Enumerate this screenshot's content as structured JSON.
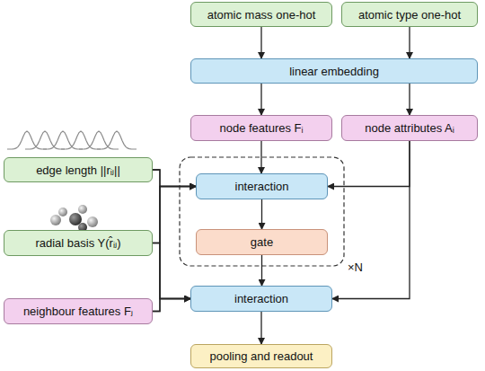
{
  "diagram": {
    "nodes": [
      {
        "text": [
          "atomic mass one-hot"
        ]
      },
      {
        "text": [
          "atomic type one-hot"
        ]
      },
      {
        "text": [
          "linear embedding"
        ]
      },
      {
        "text": [
          "node features Fᵢ"
        ]
      },
      {
        "text": [
          "node attributes Aᵢ"
        ]
      },
      {
        "text": [
          "edge length ||rᵢⱼ||"
        ]
      },
      {
        "text": [
          "interaction"
        ]
      },
      {
        "text": [
          "radial basis Y(r̂ᵢⱼ)"
        ]
      },
      {
        "text": [
          "gate"
        ]
      },
      {
        "text": [
          "neighbour features Fⱼ"
        ]
      },
      {
        "text": [
          "interaction"
        ]
      },
      {
        "text": [
          "pooling and readout"
        ]
      }
    ],
    "edges": [
      {
        "from": 0,
        "to": 2,
        "arrow": "to"
      },
      {
        "from": 1,
        "to": 2,
        "arrow": "to"
      },
      {
        "from": 2,
        "to": 3,
        "arrow": "to"
      },
      {
        "from": 2,
        "to": 4,
        "arrow": "to"
      },
      {
        "from": 3,
        "to": 6,
        "arrow": "to"
      },
      {
        "from": 4,
        "to": 6,
        "arrow": "to"
      },
      {
        "from": 5,
        "to": 6,
        "arrow": "to"
      },
      {
        "from": 7,
        "to": 6,
        "arrow": "to"
      },
      {
        "from": 9,
        "to": 6,
        "arrow": "to"
      },
      {
        "from": 6,
        "to": 8,
        "arrow": "to"
      },
      {
        "from": 8,
        "to": 10,
        "arrow": "to"
      },
      {
        "from": 4,
        "to": 10,
        "arrow": "to"
      },
      {
        "from": 5,
        "to": 10,
        "arrow": "to"
      },
      {
        "from": 7,
        "to": 10,
        "arrow": "to"
      },
      {
        "from": 9,
        "to": 10,
        "arrow": "to"
      },
      {
        "from": 10,
        "to": 11,
        "arrow": "to"
      }
    ],
    "labels": [
      "×N"
    ]
  }
}
